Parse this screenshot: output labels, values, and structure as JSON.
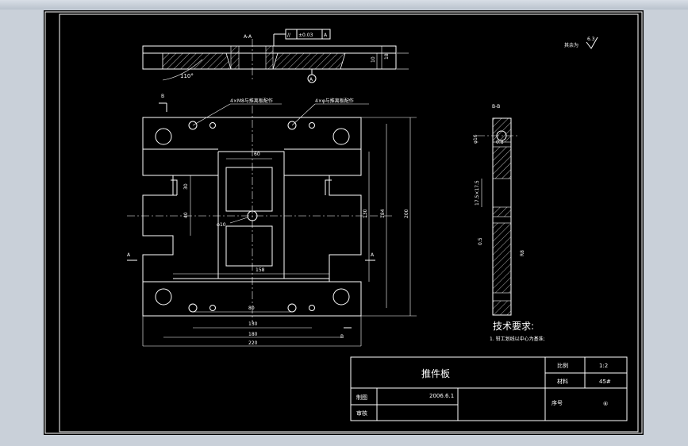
{
  "view_labels": {
    "section_aa": "A-A",
    "section_bb": "B-B",
    "cut_b_top": "B",
    "cut_b_bottom": "B",
    "cut_a_left": "A",
    "cut_a_right": "A",
    "datum_a": "A"
  },
  "tolerance_frame": {
    "symbol": "//",
    "value": "±0.03",
    "datum": "A"
  },
  "surface_finish_note": {
    "text": "其余为",
    "value": "6.3"
  },
  "callouts": {
    "m8": "4×M8与推离板配作",
    "phi": "4×φ与推离板配作"
  },
  "dimensions": {
    "a_angle": "110°",
    "a_thk1": "10",
    "a_thk2": "18",
    "d60": "60",
    "d30": "30",
    "d40": "40",
    "d10": "φ10",
    "d158": "158",
    "d130v": "130",
    "d184": "184",
    "d200": "200",
    "d80": "80",
    "d130h": "130",
    "d180": "180",
    "d220": "220",
    "b_d1": "φ16",
    "b_d2": "17.5×17.5",
    "b_d3": "0.5",
    "b_d4": "R8",
    "b_d5": "0.8"
  },
  "tech_requirements": {
    "heading": "技术要求:",
    "item1": "1. 钳工划线以中心为基准;"
  },
  "title_block": {
    "part_name": "推件板",
    "scale_label": "比例",
    "scale_value": "1:2",
    "material_label": "材料",
    "material_value": "45#",
    "drawn_label": "制图",
    "date": "2006.6.1",
    "review_label": "审核",
    "serial_label": "序号",
    "serial_value": "⑥"
  }
}
